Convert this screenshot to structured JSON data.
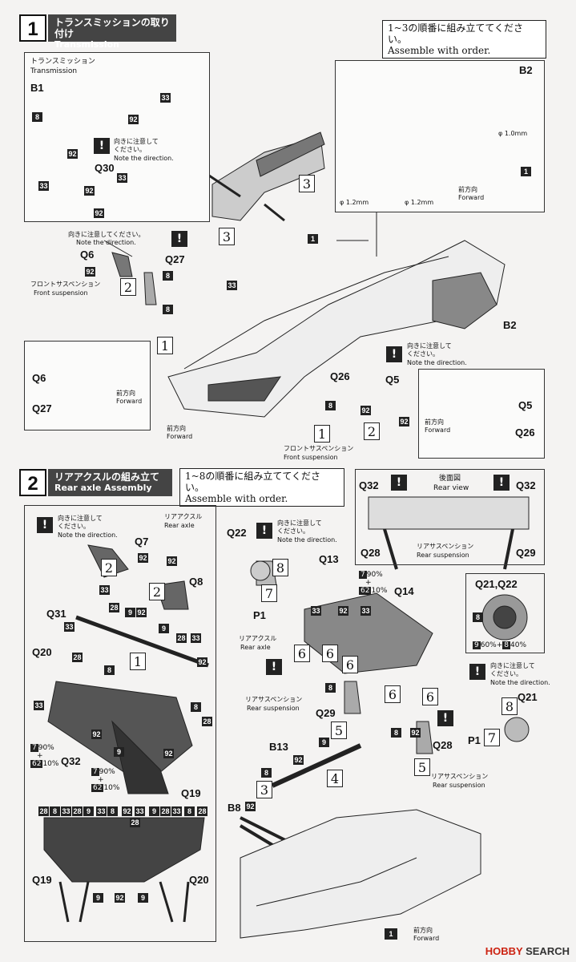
{
  "step1": {
    "number": "1",
    "title_jp": "トランスミッションの取り付け",
    "title_en": "Transmission Installation",
    "note": [
      "1~3の順番に組み立ててください。",
      "Assemble with order."
    ],
    "inset_top": {
      "label_jp": "トランスミッション",
      "label_en": "Transmission",
      "parts": [
        "B1",
        "Q30"
      ],
      "nums": [
        "8",
        "92",
        "33",
        "92",
        "33",
        "92",
        "33",
        "92"
      ],
      "warn": [
        "向きに注意して",
        "ください。",
        "Note the direction."
      ]
    },
    "inset_b2": {
      "part": "B2",
      "d1": "φ 1.0mm",
      "d2": "φ 1.2mm",
      "d3": "φ 1.2mm",
      "num": "1",
      "fwd_jp": "前方向",
      "fwd_en": "Forward"
    },
    "front_susp": {
      "warn": [
        "向きに注意してください。",
        "Note the direction."
      ],
      "parts": [
        "Q6",
        "Q27"
      ],
      "nums": [
        "92",
        "8",
        "8"
      ],
      "label_jp": "フロントサスペンション",
      "label_en": "Front suspension"
    },
    "inset_left": {
      "parts": [
        "Q6",
        "Q27"
      ],
      "fwd_jp": "前方向",
      "fwd_en": "Forward"
    },
    "inset_right": {
      "parts": [
        "Q5",
        "Q26"
      ],
      "fwd_jp": "前方向",
      "fwd_en": "Forward"
    },
    "main": {
      "b2": "B2",
      "box1": "1",
      "num33": "33",
      "fwd_jp": "前方向",
      "fwd_en": "Forward",
      "fs_jp": "フロントサスペンション",
      "fs_en": "Front suspension",
      "warn": [
        "向きに注意して",
        "ください。",
        "Note the direction."
      ],
      "parts": [
        "Q26",
        "Q5"
      ],
      "nums": [
        "8",
        "92",
        "92"
      ]
    },
    "seq": [
      "3",
      "3",
      "2",
      "1",
      "2",
      "1"
    ]
  },
  "step2": {
    "number": "2",
    "title_jp": "リアアクスルの組み立て",
    "title_en": "Rear axle Assembly",
    "note": [
      "1~8の順番に組み立ててください。",
      "Assemble with order."
    ],
    "left": {
      "warn": [
        "向きに注意して",
        "ください。",
        "Note the direction."
      ],
      "axle_jp": "リアアクスル",
      "axle_en": "Rear axle",
      "parts": [
        "Q7",
        "Q8",
        "Q31",
        "Q20",
        "Q32",
        "Q19",
        "Q19",
        "Q20"
      ],
      "nums": [
        "92",
        "92",
        "33",
        "28",
        "9",
        "92",
        "33",
        "9",
        "28",
        "33",
        "92",
        "28",
        "8",
        "33",
        "8",
        "92",
        "9",
        "92",
        "28"
      ],
      "paint1": [
        "7",
        "90%",
        "+",
        "62",
        "10%"
      ],
      "paint2": [
        "7",
        "90%",
        "+",
        "62",
        "10%"
      ],
      "bottom_nums": [
        "28",
        "8",
        "33",
        "28",
        "9",
        "33",
        "8",
        "92",
        "33",
        "9",
        "28",
        "33",
        "8",
        "28"
      ],
      "bottom_mid": [
        "28"
      ],
      "bottom_low": [
        "9",
        "92",
        "9"
      ],
      "seq": [
        "2",
        "2",
        "1"
      ]
    },
    "center": {
      "parts": [
        "Q22",
        "P1",
        "Q13",
        "Q14",
        "Q29",
        "B13",
        "B8",
        "Q28",
        "P1",
        "Q21"
      ],
      "axle_jp": "リアアクスル",
      "axle_en": "Rear axle",
      "rs_jp": "リアサスペンション",
      "rs_en": "Rear suspension",
      "rs2_jp": "リアサスペンション",
      "rs2_en": "Rear suspension",
      "paint": [
        "7",
        "90%",
        "+",
        "62",
        "10%"
      ],
      "nums": [
        "33",
        "92",
        "8",
        "9",
        "92",
        "8",
        "92",
        "8",
        "92",
        "33"
      ],
      "warn": [
        "向きに注意して",
        "ください。",
        "Note the direction."
      ],
      "seq": [
        "8",
        "7",
        "6",
        "6",
        "6",
        "6",
        "6",
        "5",
        "5",
        "4",
        "3",
        "7",
        "8"
      ],
      "box1": "1",
      "fwd_jp": "前方向",
      "fwd_en": "Forward"
    },
    "rear_view": {
      "title_jp": "後面図",
      "title_en": "Rear view",
      "parts": [
        "Q32",
        "Q32",
        "Q28",
        "Q29"
      ],
      "rs_jp": "リアサスペンション",
      "rs_en": "Rear suspension"
    },
    "disc": {
      "title": "Q21,Q22",
      "num": "8",
      "mix": [
        "9",
        "60%",
        "+",
        "8",
        "40%"
      ]
    }
  },
  "watermark": {
    "brand": "HOBBY",
    "rest": "SEARCH"
  }
}
